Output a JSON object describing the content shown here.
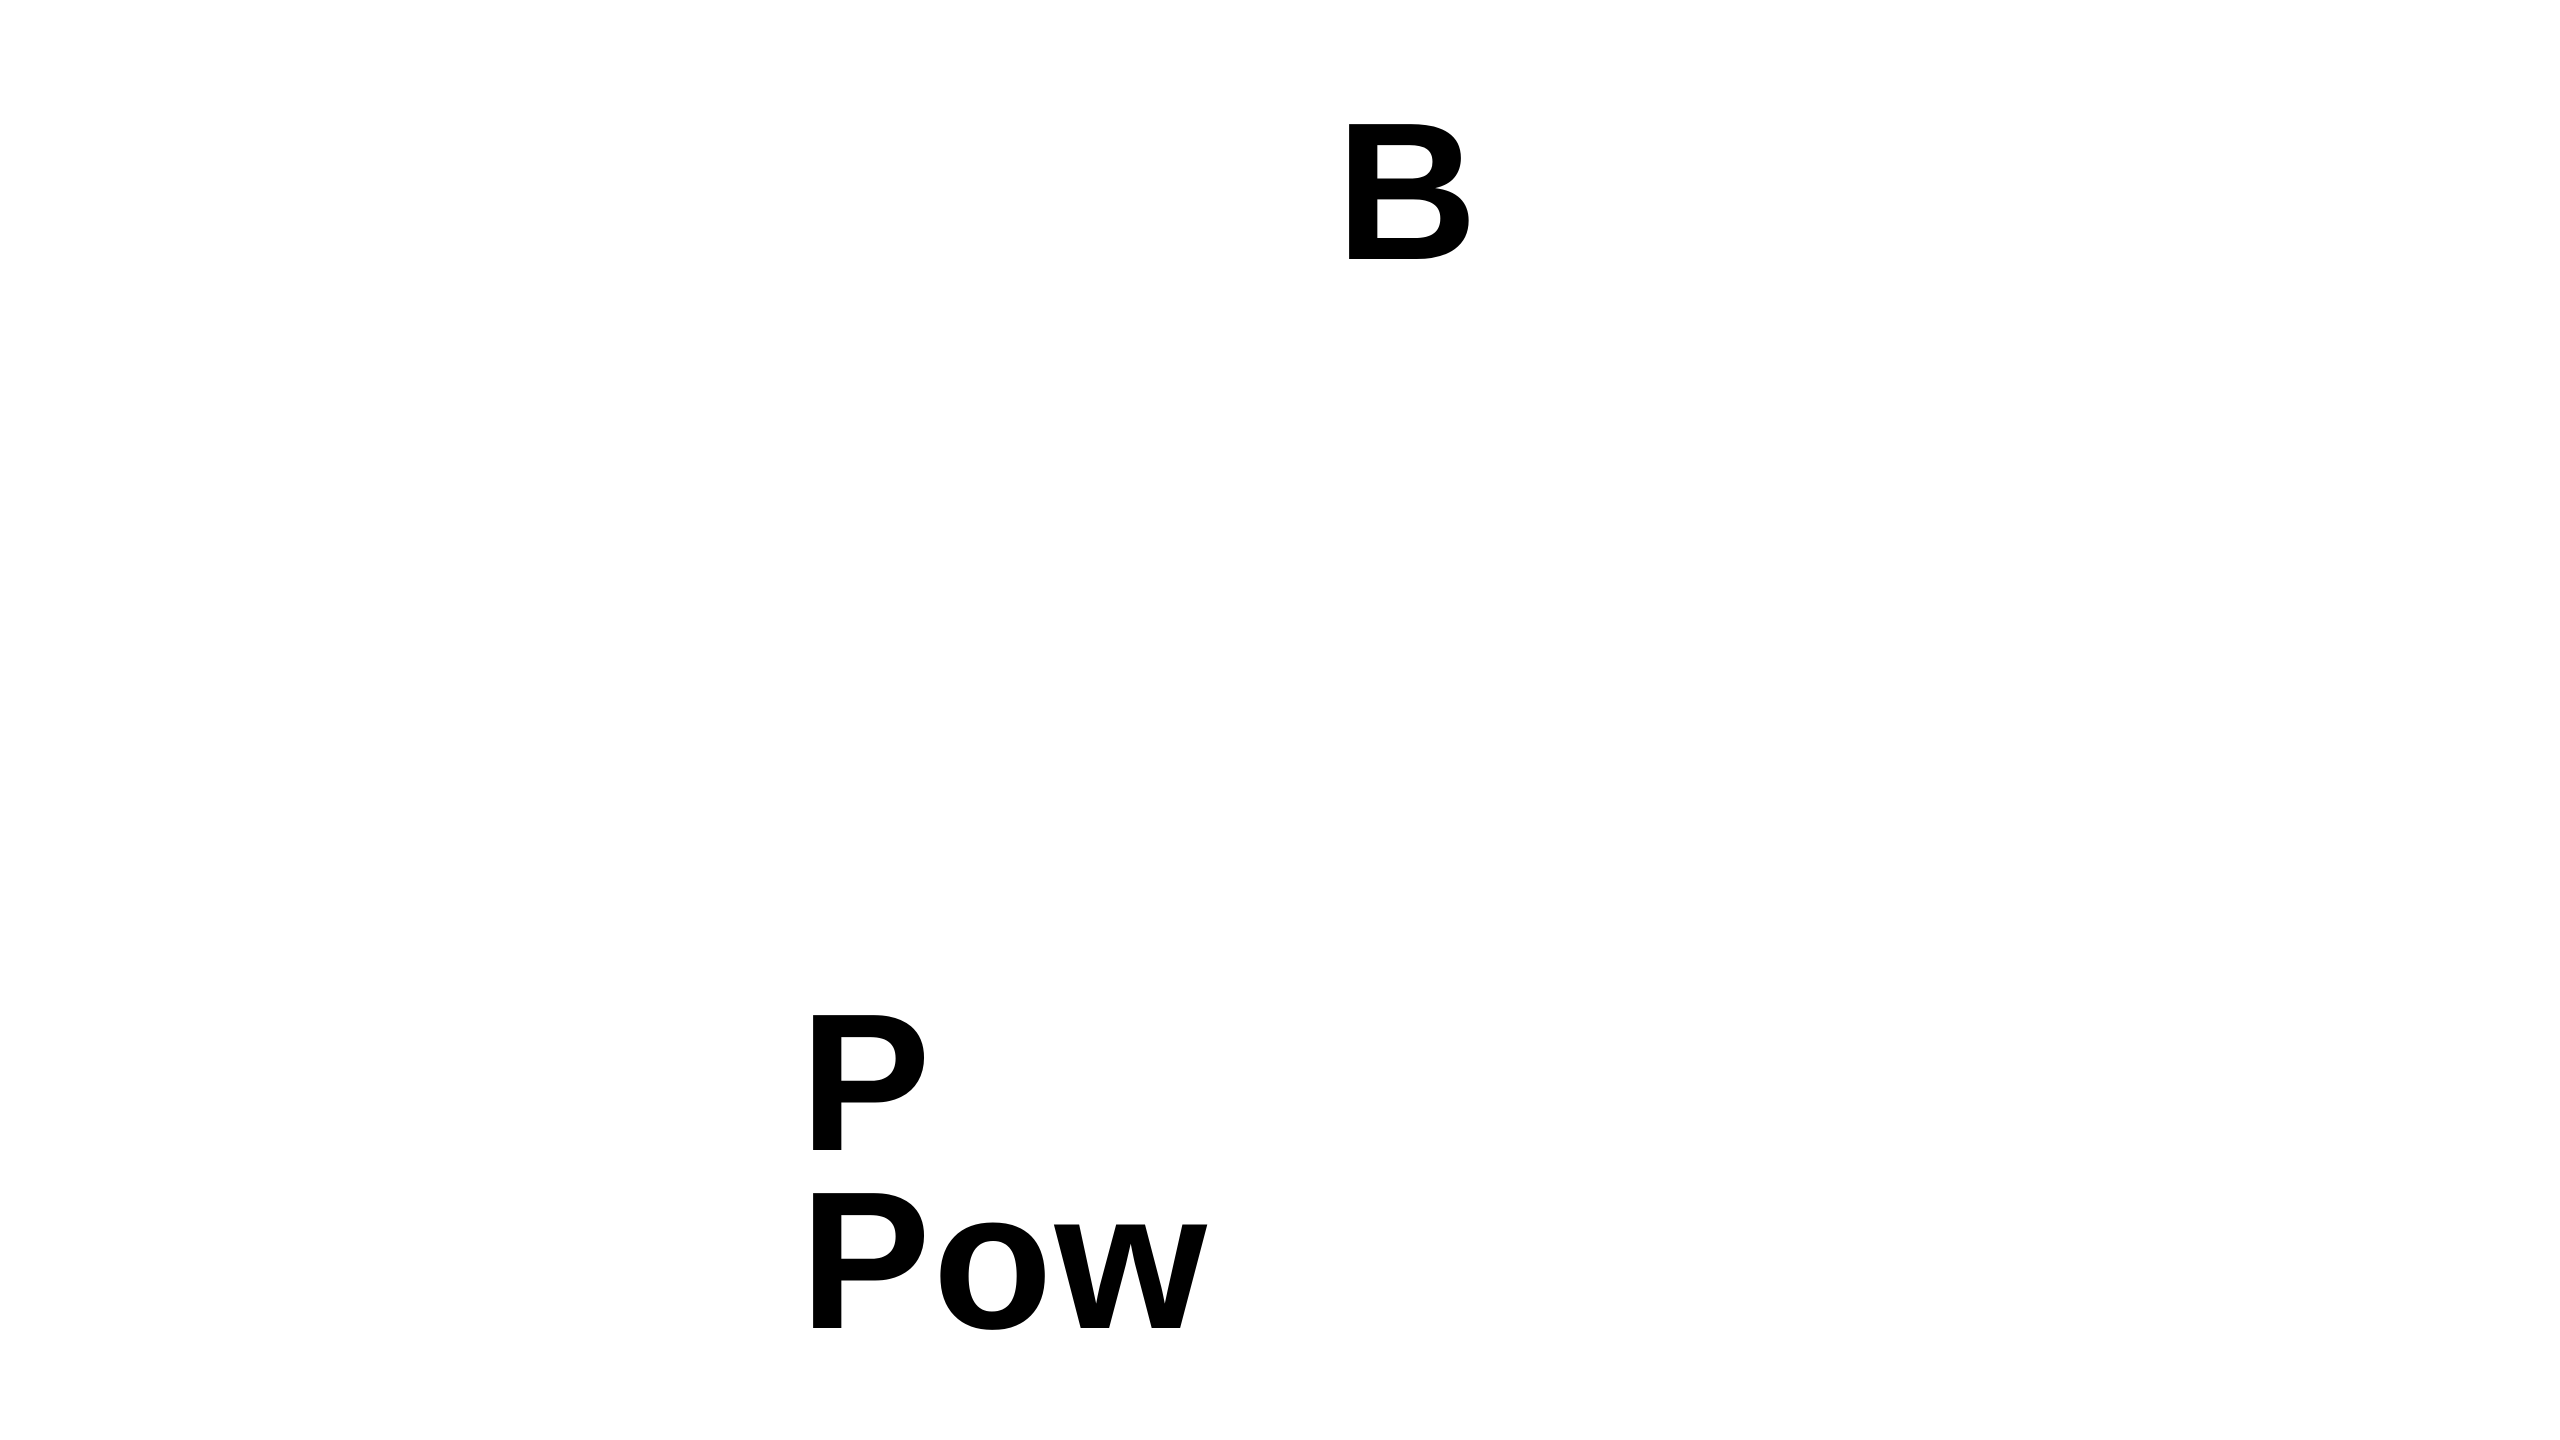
{
  "canvas": {
    "background": "#ffffff",
    "text_color": "#000000"
  },
  "labels": {
    "top": "B",
    "middle": "P",
    "bottom": "Pow"
  }
}
